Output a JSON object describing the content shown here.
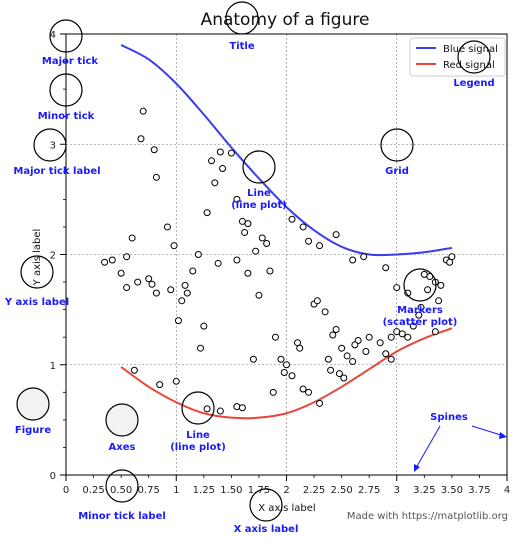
{
  "chart_data": {
    "type": "line",
    "title": "Anatomy of a figure",
    "xlabel": "X axis label",
    "ylabel": "Y axis label",
    "xlim": [
      0,
      4
    ],
    "ylim": [
      0,
      4
    ],
    "grid": true,
    "legend_placement": "top-right",
    "x_major_ticks": [
      0,
      1,
      2,
      3,
      4
    ],
    "x_minor_ticks": [
      0.25,
      0.5,
      0.75,
      1.25,
      1.5,
      1.75,
      2.25,
      2.5,
      2.75,
      3.25,
      3.5,
      3.75
    ],
    "x_tick_labels": [
      "0",
      "0.25",
      "0.50",
      "0.75",
      "1",
      "1.25",
      "1.50",
      "1.75",
      "2",
      "2.25",
      "2.50",
      "2.75",
      "3",
      "3.25",
      "3.50",
      "3.75",
      "4"
    ],
    "y_major_ticks": [
      0,
      1,
      2,
      3,
      4
    ],
    "y_tick_labels": [
      "0",
      "1",
      "2",
      "3",
      "4"
    ],
    "series": [
      {
        "name": "Blue signal",
        "color": "#3b3bf0",
        "x": [
          0.5,
          0.75,
          1.0,
          1.25,
          1.5,
          1.75,
          2.0,
          2.25,
          2.5,
          2.75,
          3.0,
          3.25,
          3.5
        ],
        "values": [
          3.9,
          3.77,
          3.55,
          3.27,
          2.97,
          2.69,
          2.43,
          2.22,
          2.07,
          2.0,
          2.0,
          2.02,
          2.06
        ]
      },
      {
        "name": "Red signal",
        "color": "#e8453c",
        "x": [
          0.5,
          0.75,
          1.0,
          1.25,
          1.5,
          1.75,
          2.0,
          2.25,
          2.5,
          2.75,
          3.0,
          3.25,
          3.5
        ],
        "values": [
          0.98,
          0.8,
          0.66,
          0.56,
          0.52,
          0.52,
          0.56,
          0.66,
          0.8,
          0.96,
          1.12,
          1.24,
          1.33
        ]
      }
    ],
    "scatter": {
      "name": "Markers",
      "points": [
        [
          0.7,
          3.3
        ],
        [
          0.68,
          3.05
        ],
        [
          0.8,
          2.95
        ],
        [
          0.82,
          2.7
        ],
        [
          0.6,
          2.15
        ],
        [
          0.92,
          2.25
        ],
        [
          0.98,
          2.08
        ],
        [
          0.5,
          1.83
        ],
        [
          0.55,
          1.7
        ],
        [
          0.65,
          1.75
        ],
        [
          0.75,
          1.78
        ],
        [
          0.78,
          1.73
        ],
        [
          0.82,
          1.65
        ],
        [
          0.95,
          1.68
        ],
        [
          1.08,
          1.72
        ],
        [
          1.1,
          1.65
        ],
        [
          1.05,
          1.58
        ],
        [
          1.15,
          1.85
        ],
        [
          1.2,
          2.0
        ],
        [
          1.28,
          2.38
        ],
        [
          1.35,
          2.65
        ],
        [
          1.32,
          2.85
        ],
        [
          1.4,
          2.93
        ],
        [
          1.42,
          2.78
        ],
        [
          1.5,
          2.92
        ],
        [
          1.55,
          2.5
        ],
        [
          1.6,
          2.3
        ],
        [
          1.62,
          2.2
        ],
        [
          1.65,
          2.28
        ],
        [
          1.72,
          2.03
        ],
        [
          1.78,
          2.15
        ],
        [
          1.85,
          1.85
        ],
        [
          1.82,
          2.1
        ],
        [
          1.38,
          1.92
        ],
        [
          1.55,
          1.95
        ],
        [
          1.65,
          1.83
        ],
        [
          1.75,
          1.63
        ],
        [
          1.02,
          1.4
        ],
        [
          1.25,
          1.35
        ],
        [
          1.22,
          1.15
        ],
        [
          1.7,
          1.05
        ],
        [
          1.95,
          1.05
        ],
        [
          1.9,
          1.25
        ],
        [
          2.0,
          1.0
        ],
        [
          2.1,
          1.2
        ],
        [
          2.12,
          1.15
        ],
        [
          1.98,
          0.93
        ],
        [
          2.05,
          0.9
        ],
        [
          2.15,
          0.78
        ],
        [
          2.2,
          0.75
        ],
        [
          1.55,
          0.62
        ],
        [
          1.6,
          0.61
        ],
        [
          1.88,
          0.75
        ],
        [
          2.25,
          1.55
        ],
        [
          2.28,
          1.58
        ],
        [
          2.35,
          1.48
        ],
        [
          2.42,
          1.27
        ],
        [
          2.45,
          1.32
        ],
        [
          2.5,
          1.15
        ],
        [
          2.55,
          1.08
        ],
        [
          2.6,
          1.03
        ],
        [
          2.65,
          1.22
        ],
        [
          2.72,
          1.12
        ],
        [
          2.75,
          1.25
        ],
        [
          2.38,
          1.05
        ],
        [
          2.4,
          0.95
        ],
        [
          2.48,
          0.92
        ],
        [
          2.52,
          0.88
        ],
        [
          2.62,
          1.18
        ],
        [
          2.85,
          1.2
        ],
        [
          2.9,
          1.1
        ],
        [
          2.95,
          1.25
        ],
        [
          3.0,
          1.3
        ],
        [
          3.05,
          1.28
        ],
        [
          3.1,
          1.25
        ],
        [
          3.15,
          1.35
        ],
        [
          3.2,
          1.45
        ],
        [
          3.22,
          1.52
        ],
        [
          3.3,
          1.8
        ],
        [
          3.35,
          1.75
        ],
        [
          3.4,
          1.72
        ],
        [
          3.28,
          1.68
        ],
        [
          3.45,
          1.95
        ],
        [
          3.5,
          1.98
        ],
        [
          3.48,
          1.93
        ],
        [
          3.25,
          1.82
        ],
        [
          3.0,
          1.7
        ],
        [
          2.9,
          1.88
        ],
        [
          2.7,
          1.98
        ],
        [
          2.6,
          1.95
        ],
        [
          2.45,
          2.18
        ],
        [
          2.3,
          2.08
        ],
        [
          2.15,
          2.25
        ],
        [
          2.05,
          2.32
        ],
        [
          2.2,
          2.12
        ],
        [
          0.35,
          1.93
        ],
        [
          0.42,
          1.95
        ],
        [
          0.55,
          1.98
        ],
        [
          0.62,
          0.95
        ],
        [
          0.85,
          0.82
        ],
        [
          1.0,
          0.85
        ],
        [
          1.28,
          0.6
        ],
        [
          1.4,
          0.58
        ],
        [
          2.3,
          0.65
        ],
        [
          2.95,
          1.05
        ],
        [
          3.35,
          1.3
        ],
        [
          3.38,
          1.58
        ],
        [
          3.1,
          1.65
        ]
      ]
    },
    "legend": [
      "Blue signal",
      "Red signal"
    ],
    "annotations": [
      "Major tick",
      "Minor tick",
      "Major tick label",
      "Y axis label",
      "Figure",
      "Title",
      "Legend",
      "Grid",
      "Line\n(line plot)",
      "Line\n(line plot)",
      "Axes",
      "Markers\n(scatter plot)",
      "Spines",
      "Minor tick label",
      "X axis label"
    ]
  },
  "labels": {
    "major_tick": "Major tick",
    "minor_tick": "Minor tick",
    "major_tick_label": "Major tick label",
    "y_axis_label": "Y axis label",
    "figure": "Figure",
    "title": "Title",
    "legend": "Legend",
    "grid": "Grid",
    "line_upper_1": "Line",
    "line_upper_2": "(line plot)",
    "line_lower_1": "Line",
    "line_lower_2": "(line plot)",
    "axes": "Axes",
    "markers_1": "Markers",
    "markers_2": "(scatter plot)",
    "spines": "Spines",
    "minor_tick_label": "Minor tick label",
    "x_axis_label": "X axis label"
  },
  "footer": "Made with https://matplotlib.org",
  "colors": {
    "annotation": "#1a1aff",
    "blue": "#3b3bf0",
    "red": "#e8453c",
    "grid": "#888888"
  }
}
